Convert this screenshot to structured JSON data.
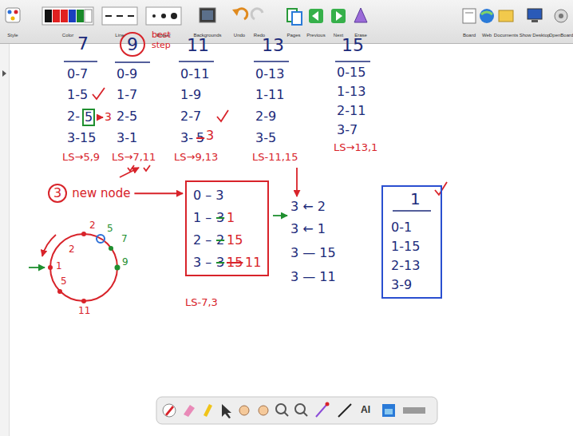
{
  "diagram": {
    "nodes": [
      {
        "text": [
          "9"
        ]
      },
      {
        "text": [
          "5"
        ]
      },
      {
        "text": [
          "3",
          "new node"
        ]
      },
      {
        "text": [
          "0 – 3",
          "1 –",
          "3",
          "1",
          "2 –",
          "2",
          "15",
          "3 –",
          "3",
          "15",
          "11"
        ]
      },
      {
        "text": [
          "1",
          "0-1",
          "1-15",
          "2-13",
          "3-9"
        ]
      }
    ],
    "edges": [
      {
        "from": 2,
        "to": 3,
        "arrow": "to"
      }
    ],
    "labels": [
      "Style",
      "Color",
      "Line",
      "Eraser",
      "Backgrounds",
      "Undo",
      "Redo",
      "Pages",
      "Previous",
      "Next",
      "Erase",
      "Board",
      "Web",
      "Documents",
      "Show Desktop",
      "OpenBoard",
      "7",
      "best step",
      "11",
      "13",
      "15",
      "0-7",
      "1-5",
      "2-",
      "3",
      "3-15",
      "LS→5,9",
      "0-9",
      "1-7",
      "2-5",
      "3-1",
      "LS→7,11",
      "0-11",
      "1-9",
      "2-7",
      "3-",
      "5",
      "3",
      "LS→9,13",
      "0-13",
      "1-11",
      "2-9",
      "3-5",
      "LS-11,15",
      "0-15",
      "1-13",
      "2-11",
      "3-7",
      "LS→13,1",
      "LS-7,3",
      "3 ← 2",
      "3 ← 1",
      "3 — 15",
      "3 — 11",
      "2",
      "5",
      "7",
      "9",
      "11",
      "1",
      "2",
      "5",
      "AI"
    ]
  }
}
